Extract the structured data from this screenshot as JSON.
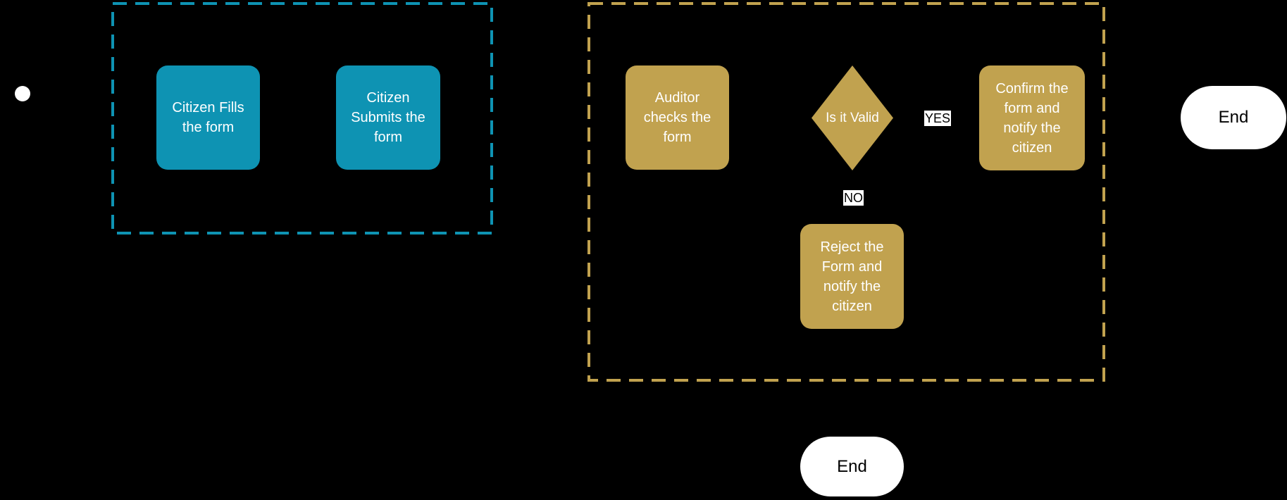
{
  "colors": {
    "background": "#000000",
    "teal": "#0E93B3",
    "gold": "#C1A24F",
    "node_text": "#FFFFFF",
    "terminal_fill": "#FFFFFF",
    "terminal_text": "#000000",
    "edge_label_bg": "#FFFFFF",
    "edge_label_text": "#000000"
  },
  "diagram": {
    "type": "flowchart",
    "lanes": [
      {
        "id": "citizen-lane",
        "style": "dashed",
        "color": "#0E93B3"
      },
      {
        "id": "auditor-lane",
        "style": "dashed",
        "color": "#C1A24F"
      }
    ]
  },
  "nodes": {
    "start": {
      "shape": "circle"
    },
    "citizen_fills": {
      "label": "Citizen Fills\nthe form"
    },
    "citizen_submits": {
      "label": "Citizen\nSubmits the\nform"
    },
    "auditor_checks": {
      "label": "Auditor\nchecks the\nform"
    },
    "is_valid": {
      "label": "Is it Valid"
    },
    "confirm": {
      "label": "Confirm the\nform and\nnotify the\ncitizen"
    },
    "reject": {
      "label": "Reject the\nForm and\nnotify the\ncitizen"
    },
    "end_right": {
      "label": "End"
    },
    "end_bottom": {
      "label": "End"
    }
  },
  "edge_labels": {
    "yes": "YES",
    "no": "NO"
  }
}
